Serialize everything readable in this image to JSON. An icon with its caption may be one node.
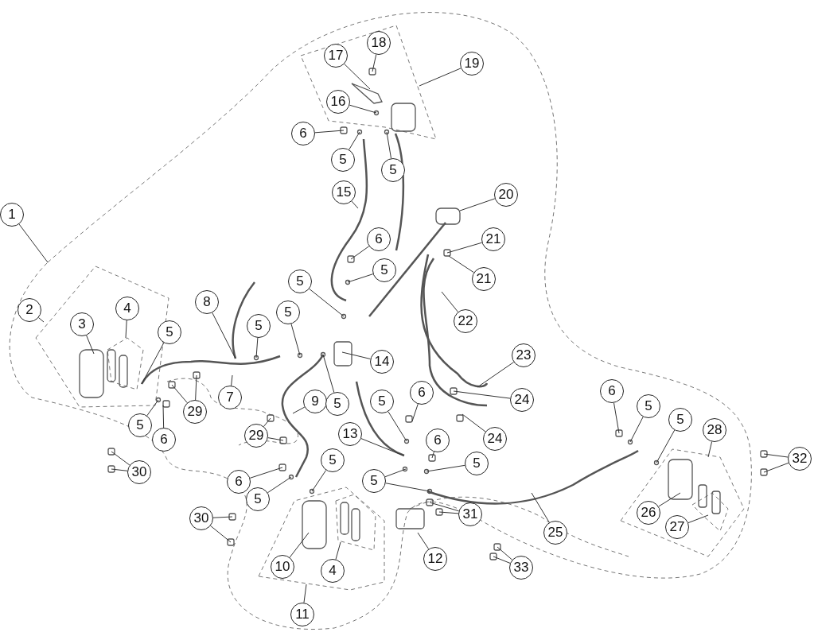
{
  "diagram": {
    "nodes": [
      {
        "text": [
          "18"
        ]
      },
      {
        "text": [
          "17"
        ]
      },
      {
        "text": [
          "19"
        ]
      },
      {
        "text": [
          "16"
        ]
      },
      {
        "text": [
          "6"
        ]
      },
      {
        "text": [
          "5"
        ]
      },
      {
        "text": [
          "5"
        ]
      },
      {
        "text": [
          "15"
        ]
      },
      {
        "text": [
          "20"
        ]
      },
      {
        "text": [
          "1"
        ]
      },
      {
        "text": [
          "6"
        ]
      },
      {
        "text": [
          "21"
        ]
      },
      {
        "text": [
          "5"
        ]
      },
      {
        "text": [
          "21"
        ]
      },
      {
        "text": [
          "5"
        ]
      },
      {
        "text": [
          "8"
        ]
      },
      {
        "text": [
          "4"
        ]
      },
      {
        "text": [
          "2"
        ]
      },
      {
        "text": [
          "5"
        ]
      },
      {
        "text": [
          "22"
        ]
      },
      {
        "text": [
          "3"
        ]
      },
      {
        "text": [
          "5"
        ]
      },
      {
        "text": [
          "5"
        ]
      },
      {
        "text": [
          "23"
        ]
      },
      {
        "text": [
          "14"
        ]
      },
      {
        "text": [
          "6"
        ]
      },
      {
        "text": [
          "6"
        ]
      },
      {
        "text": [
          "7"
        ]
      },
      {
        "text": [
          "24"
        ]
      },
      {
        "text": [
          "9"
        ]
      },
      {
        "text": [
          "5"
        ]
      },
      {
        "text": [
          "5"
        ]
      },
      {
        "text": [
          "5"
        ]
      },
      {
        "text": [
          "29"
        ]
      },
      {
        "text": [
          "5"
        ]
      },
      {
        "text": [
          "5"
        ]
      },
      {
        "text": [
          "28"
        ]
      },
      {
        "text": [
          "13"
        ]
      },
      {
        "text": [
          "6"
        ]
      },
      {
        "text": [
          "29"
        ]
      },
      {
        "text": [
          "24"
        ]
      },
      {
        "text": [
          "6"
        ]
      },
      {
        "text": [
          "32"
        ]
      },
      {
        "text": [
          "5"
        ]
      },
      {
        "text": [
          "5"
        ]
      },
      {
        "text": [
          "30"
        ]
      },
      {
        "text": [
          "5"
        ]
      },
      {
        "text": [
          "6"
        ]
      },
      {
        "text": [
          "5"
        ]
      },
      {
        "text": [
          "26"
        ]
      },
      {
        "text": [
          "31"
        ]
      },
      {
        "text": [
          "30"
        ]
      },
      {
        "text": [
          "27"
        ]
      },
      {
        "text": [
          "25"
        ]
      },
      {
        "text": [
          "12"
        ]
      },
      {
        "text": [
          "10"
        ]
      },
      {
        "text": [
          "33"
        ]
      },
      {
        "text": [
          "4"
        ]
      },
      {
        "text": [
          "11"
        ]
      }
    ],
    "edges": [
      {
        "from": 0,
        "to": null,
        "arrow": "none"
      },
      {
        "from": 1,
        "to": null,
        "arrow": "none"
      },
      {
        "from": 2,
        "to": null,
        "arrow": "none"
      },
      {
        "from": 3,
        "to": null,
        "arrow": "none"
      },
      {
        "from": 4,
        "to": null,
        "arrow": "none"
      },
      {
        "from": 5,
        "to": null,
        "arrow": "none"
      },
      {
        "from": 6,
        "to": null,
        "arrow": "none"
      },
      {
        "from": 7,
        "to": null,
        "arrow": "none"
      },
      {
        "from": 8,
        "to": null,
        "arrow": "none"
      },
      {
        "from": 9,
        "to": null,
        "arrow": "none"
      },
      {
        "from": 10,
        "to": null,
        "arrow": "none"
      },
      {
        "from": 11,
        "to": null,
        "arrow": "none"
      },
      {
        "from": 12,
        "to": null,
        "arrow": "none"
      },
      {
        "from": 13,
        "to": null,
        "arrow": "none"
      },
      {
        "from": 14,
        "to": null,
        "arrow": "none"
      },
      {
        "from": 15,
        "to": null,
        "arrow": "none"
      },
      {
        "from": 16,
        "to": null,
        "arrow": "none"
      },
      {
        "from": 17,
        "to": null,
        "arrow": "none"
      },
      {
        "from": 18,
        "to": null,
        "arrow": "none"
      },
      {
        "from": 19,
        "to": null,
        "arrow": "none"
      },
      {
        "from": 20,
        "to": null,
        "arrow": "none"
      },
      {
        "from": 21,
        "to": null,
        "arrow": "none"
      },
      {
        "from": 22,
        "to": null,
        "arrow": "none"
      },
      {
        "from": 23,
        "to": null,
        "arrow": "none"
      },
      {
        "from": 24,
        "to": null,
        "arrow": "none"
      },
      {
        "from": 25,
        "to": null,
        "arrow": "none"
      },
      {
        "from": 26,
        "to": null,
        "arrow": "none"
      },
      {
        "from": 27,
        "to": null,
        "arrow": "none"
      },
      {
        "from": 28,
        "to": null,
        "arrow": "none"
      },
      {
        "from": 29,
        "to": null,
        "arrow": "none"
      },
      {
        "from": 30,
        "to": null,
        "arrow": "none"
      },
      {
        "from": 31,
        "to": null,
        "arrow": "none"
      },
      {
        "from": 32,
        "to": null,
        "arrow": "none"
      },
      {
        "from": 33,
        "to": null,
        "arrow": "none"
      },
      {
        "from": 33,
        "to": null,
        "arrow": "none"
      },
      {
        "from": 34,
        "to": null,
        "arrow": "none"
      },
      {
        "from": 35,
        "to": null,
        "arrow": "none"
      },
      {
        "from": 36,
        "to": null,
        "arrow": "none"
      },
      {
        "from": 37,
        "to": null,
        "arrow": "none"
      },
      {
        "from": 38,
        "to": null,
        "arrow": "none"
      },
      {
        "from": 39,
        "to": null,
        "arrow": "none"
      },
      {
        "from": 39,
        "to": null,
        "arrow": "none"
      },
      {
        "from": 40,
        "to": null,
        "arrow": "none"
      },
      {
        "from": 41,
        "to": null,
        "arrow": "none"
      },
      {
        "from": 42,
        "to": null,
        "arrow": "none"
      },
      {
        "from": 42,
        "to": null,
        "arrow": "none"
      },
      {
        "from": 43,
        "to": null,
        "arrow": "none"
      },
      {
        "from": 44,
        "to": null,
        "arrow": "none"
      },
      {
        "from": 45,
        "to": null,
        "arrow": "none"
      },
      {
        "from": 45,
        "to": null,
        "arrow": "none"
      },
      {
        "from": 46,
        "to": null,
        "arrow": "none"
      },
      {
        "from": 46,
        "to": null,
        "arrow": "none"
      },
      {
        "from": 47,
        "to": null,
        "arrow": "none"
      },
      {
        "from": 48,
        "to": null,
        "arrow": "none"
      },
      {
        "from": 49,
        "to": null,
        "arrow": "none"
      },
      {
        "from": 50,
        "to": null,
        "arrow": "none"
      },
      {
        "from": 50,
        "to": null,
        "arrow": "none"
      },
      {
        "from": 51,
        "to": null,
        "arrow": "none"
      },
      {
        "from": 51,
        "to": null,
        "arrow": "none"
      },
      {
        "from": 52,
        "to": null,
        "arrow": "none"
      },
      {
        "from": 53,
        "to": null,
        "arrow": "none"
      },
      {
        "from": 54,
        "to": null,
        "arrow": "none"
      },
      {
        "from": 55,
        "to": null,
        "arrow": "none"
      },
      {
        "from": 56,
        "to": null,
        "arrow": "none"
      },
      {
        "from": 56,
        "to": null,
        "arrow": "none"
      },
      {
        "from": 57,
        "to": null,
        "arrow": "none"
      },
      {
        "from": 58,
        "to": null,
        "arrow": "none"
      }
    ]
  }
}
